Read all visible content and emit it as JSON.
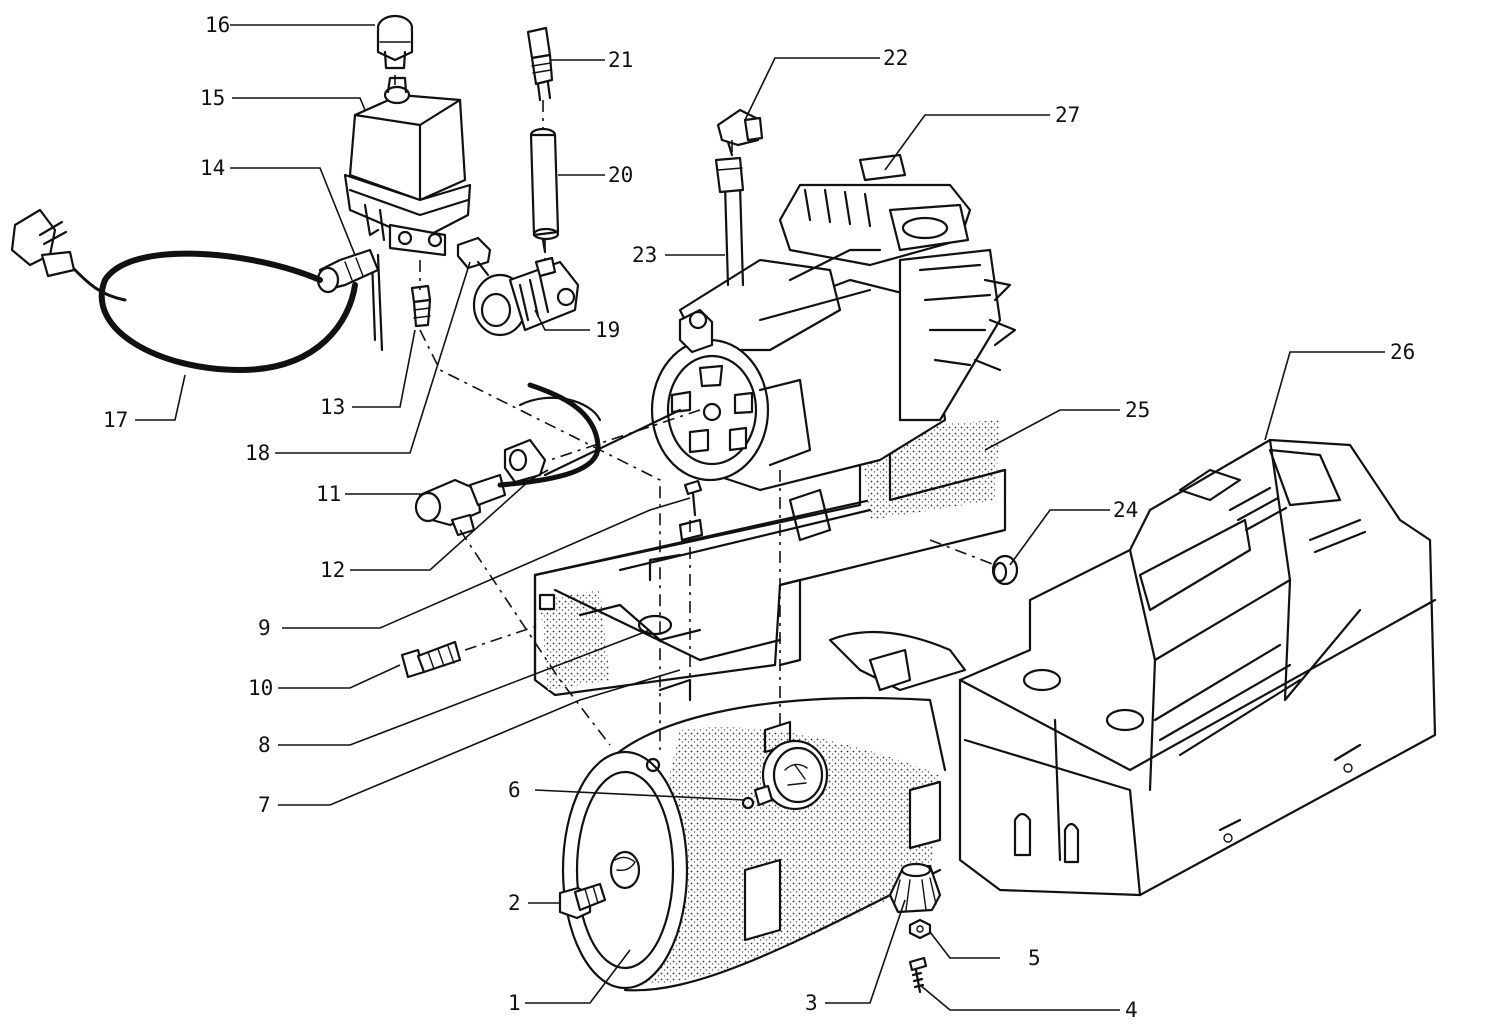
{
  "callouts": [
    {
      "id": "c1",
      "text": "1"
    },
    {
      "id": "c2",
      "text": "2"
    },
    {
      "id": "c3",
      "text": "3"
    },
    {
      "id": "c4",
      "text": "4"
    },
    {
      "id": "c5",
      "text": "5"
    },
    {
      "id": "c6",
      "text": "6"
    },
    {
      "id": "c7",
      "text": "7"
    },
    {
      "id": "c8",
      "text": "8"
    },
    {
      "id": "c9",
      "text": "9"
    },
    {
      "id": "c10",
      "text": "10"
    },
    {
      "id": "c11",
      "text": "11"
    },
    {
      "id": "c12",
      "text": "12"
    },
    {
      "id": "c13",
      "text": "13"
    },
    {
      "id": "c14",
      "text": "14"
    },
    {
      "id": "c15",
      "text": "15"
    },
    {
      "id": "c16",
      "text": "16"
    },
    {
      "id": "c17",
      "text": "17"
    },
    {
      "id": "c18",
      "text": "18"
    },
    {
      "id": "c19",
      "text": "19"
    },
    {
      "id": "c20",
      "text": "20"
    },
    {
      "id": "c21",
      "text": "21"
    },
    {
      "id": "c22",
      "text": "22"
    },
    {
      "id": "c23",
      "text": "23"
    },
    {
      "id": "c24",
      "text": "24"
    },
    {
      "id": "c25",
      "text": "25"
    },
    {
      "id": "c26",
      "text": "26"
    },
    {
      "id": "c27",
      "text": "27"
    }
  ],
  "colors": {
    "ink": "#111111",
    "paper": "#ffffff"
  }
}
